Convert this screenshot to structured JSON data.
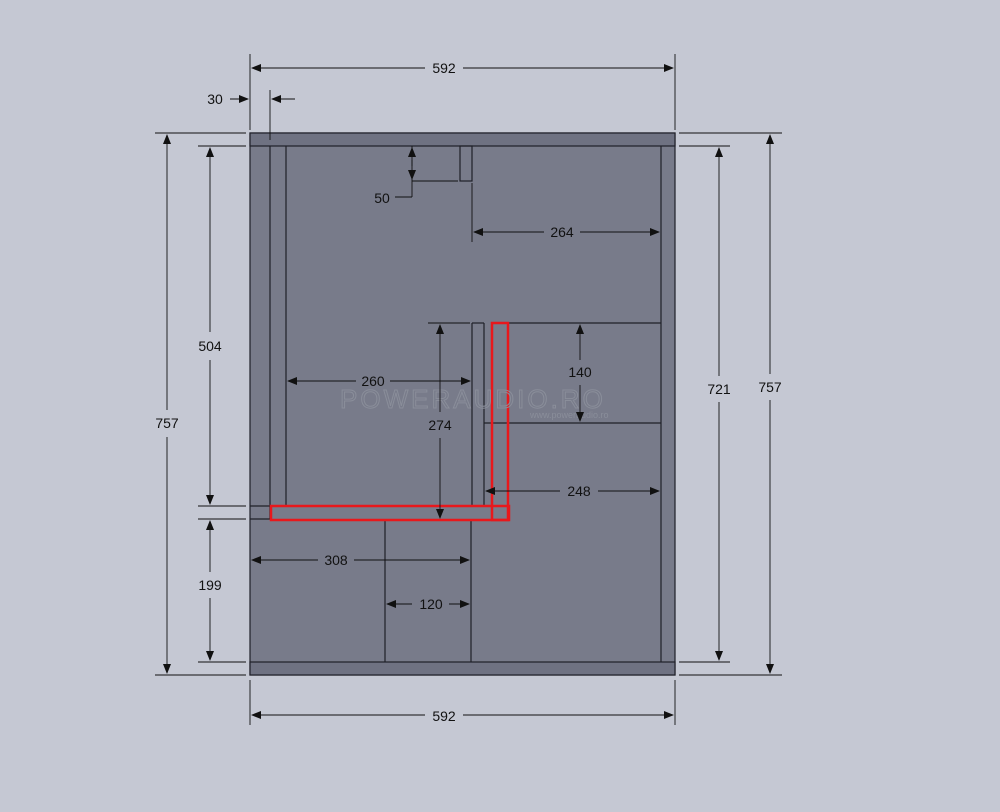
{
  "drawing": {
    "watermark": "POWERAUDIO.RO",
    "watermark_sub": "www.poweraudio.ro",
    "colors": {
      "background": "#c5c8d3",
      "panel": "#787b8a",
      "edge": "#1f2028",
      "highlight": "#e8181c",
      "dimension": "#111111"
    },
    "dimensions": {
      "top_width": "592",
      "bottom_width": "592",
      "wall_offset": "30",
      "port_depth": "50",
      "upper_right": "264",
      "left_height": "757",
      "right_height": "757",
      "inner_height": "721",
      "upper_left": "504",
      "lower_left": "199",
      "mid_width": "260",
      "mid_height": "274",
      "right_chamber": "140",
      "lower_right": "248",
      "bottom_left": "308",
      "bottom_mid": "120"
    }
  }
}
